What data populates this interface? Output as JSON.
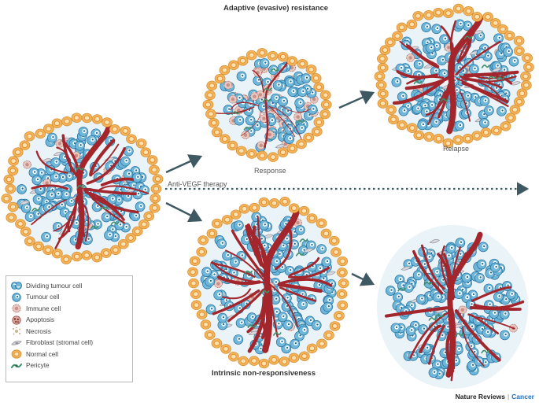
{
  "titles": {
    "top": "Adaptive (evasive) resistance",
    "bottom": "Intrinsic non-responsiveness"
  },
  "labels": {
    "response": "Response",
    "relapse": "Relapse",
    "therapy": "Anti-VEGF therapy"
  },
  "legend": [
    {
      "icon": "dividing-tumour-cell-icon",
      "label": "Dividing tumour cell"
    },
    {
      "icon": "tumour-cell-icon",
      "label": "Tumour cell"
    },
    {
      "icon": "immune-cell-icon",
      "label": "Immune cell"
    },
    {
      "icon": "apoptosis-icon",
      "label": "Apoptosis"
    },
    {
      "icon": "necrosis-icon",
      "label": "Necrosis"
    },
    {
      "icon": "fibroblast-icon",
      "label": "Fibroblast (stromal cell)"
    },
    {
      "icon": "normal-cell-icon",
      "label": "Normal cell"
    },
    {
      "icon": "pericyte-icon",
      "label": "Pericyte"
    }
  ],
  "footer": {
    "brand": "Nature Reviews",
    "separator": "|",
    "journal": "Cancer"
  },
  "colors": {
    "normal_cell": "#f2b45a",
    "normal_cell_core": "#e78a2c",
    "tumour_cell": "#6fb6d8",
    "tumour_cell_core": "#1f6f9e",
    "vessel": "#a3262c",
    "immune_cell": "#c98e86",
    "fibroblast": "#b8b8c2",
    "pericyte": "#3f8f6a",
    "arrow": "#3f5962"
  }
}
